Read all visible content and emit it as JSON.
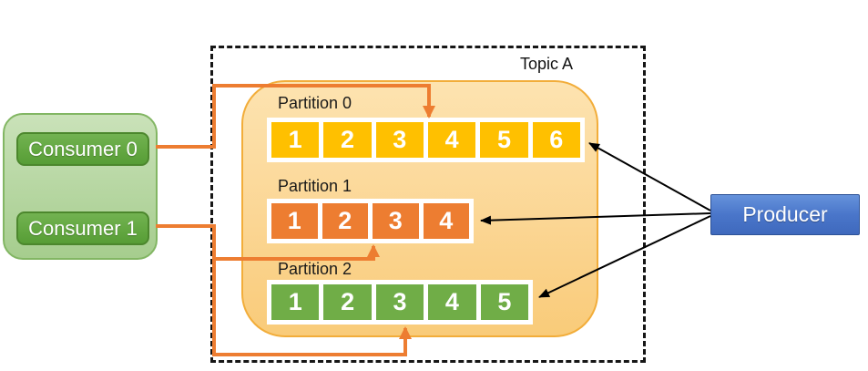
{
  "topic": {
    "label": "Topic A",
    "partitions": [
      {
        "label": "Partition 0",
        "cells": [
          "1",
          "2",
          "3",
          "4",
          "5",
          "6"
        ],
        "cell_color": "#FFC000"
      },
      {
        "label": "Partition 1",
        "cells": [
          "1",
          "2",
          "3",
          "4"
        ],
        "cell_color": "#ED7D31"
      },
      {
        "label": "Partition 2",
        "cells": [
          "1",
          "2",
          "3",
          "4",
          "5"
        ],
        "cell_color": "#70AD47"
      }
    ]
  },
  "consumer_group": {
    "consumers": [
      {
        "label": "Consumer 0"
      },
      {
        "label": "Consumer 1"
      }
    ]
  },
  "producer": {
    "label": "Producer"
  },
  "connections": {
    "consumer_links": [
      {
        "from": "Consumer 0",
        "to": "Partition 0"
      },
      {
        "from": "Consumer 1",
        "to": "Partition 1"
      },
      {
        "from": "Consumer 1",
        "to": "Partition 2"
      }
    ],
    "producer_links": [
      {
        "from": "Producer",
        "to": "Partition 0"
      },
      {
        "from": "Producer",
        "to": "Partition 1"
      },
      {
        "from": "Producer",
        "to": "Partition 2"
      }
    ]
  },
  "colors": {
    "partition0_cell": "#FFC000",
    "partition1_cell": "#ED7D31",
    "partition2_cell": "#70AD47",
    "partition_container_fill": "#FBD694",
    "partition_container_border": "#F2AD3A",
    "consumer_button_fill": "#63A741",
    "consumer_group_fill": "#B9D8A5",
    "consumer_group_border": "#82B663",
    "producer_fill": "#4472C4",
    "connector_orange": "#ED7D31",
    "connector_black": "#000000",
    "topic_border": "#161616"
  }
}
